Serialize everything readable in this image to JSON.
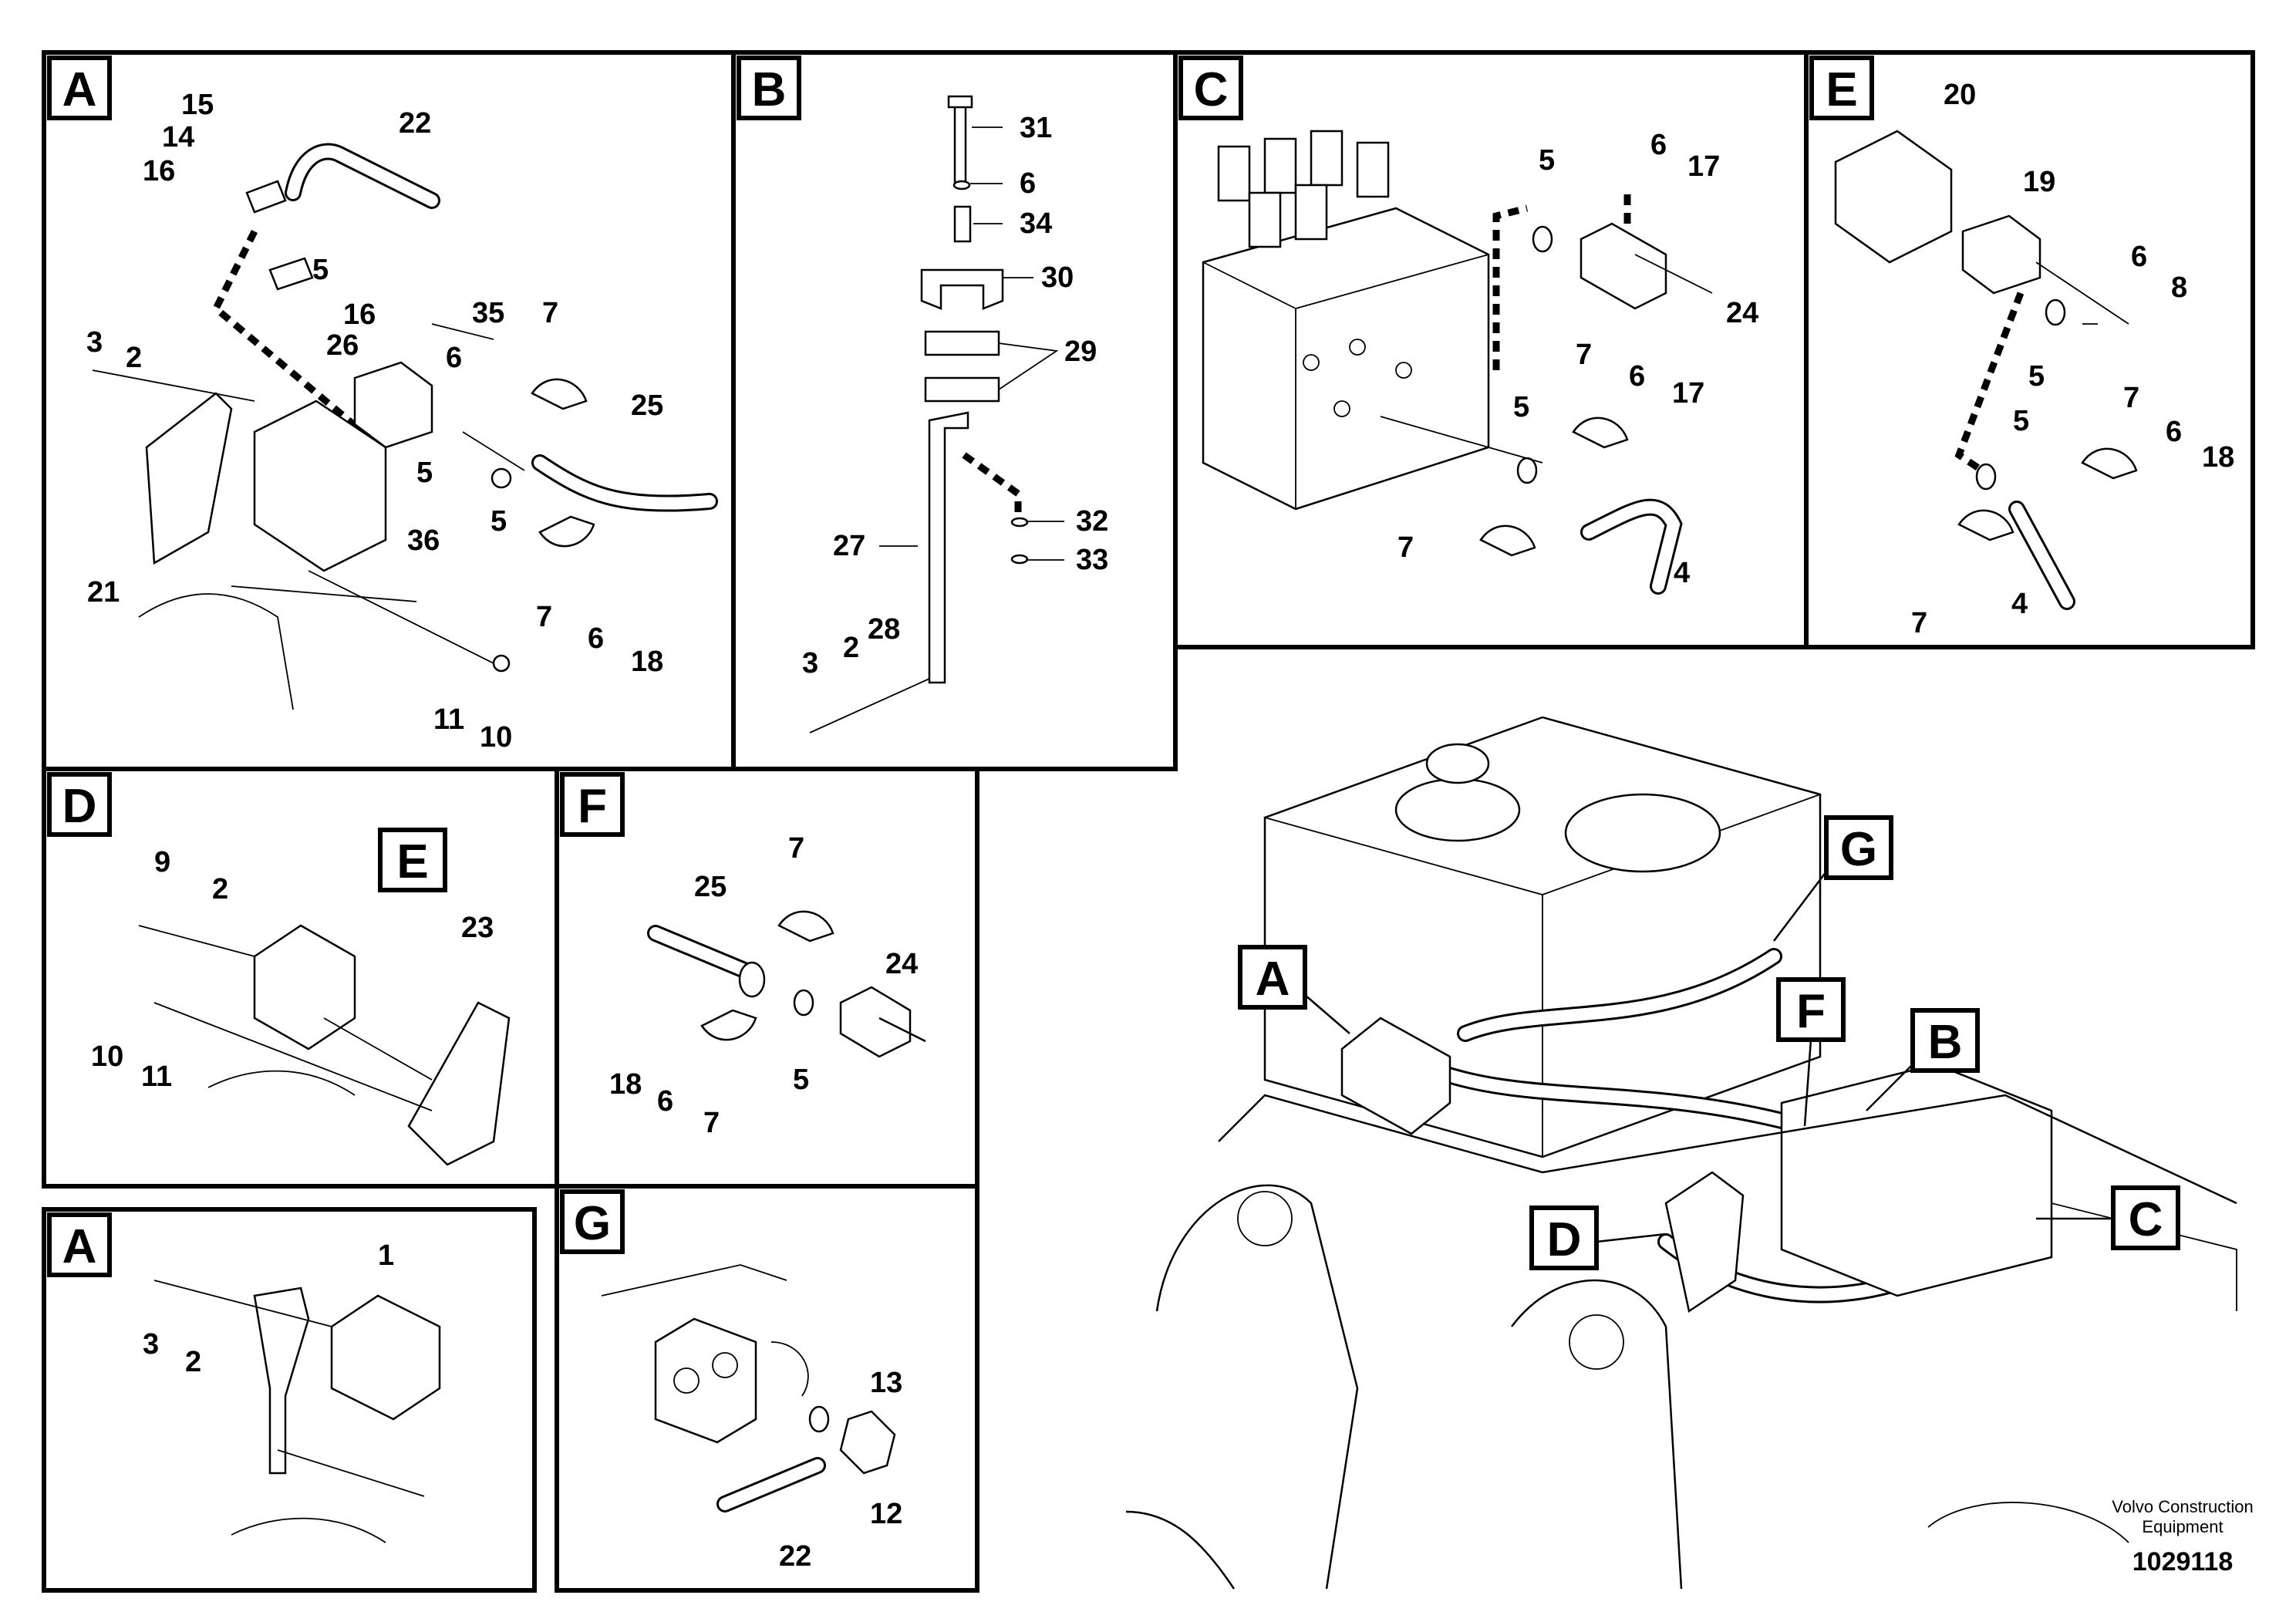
{
  "panels": [
    {
      "id": "A",
      "labels": [
        "15",
        "14",
        "22",
        "16",
        "5",
        "16",
        "35",
        "26",
        "6",
        "7",
        "3",
        "2",
        "25",
        "5",
        "21",
        "36",
        "5",
        "7",
        "6",
        "18",
        "11",
        "10"
      ]
    },
    {
      "id": "B",
      "labels": [
        "31",
        "6",
        "34",
        "30",
        "29",
        "32",
        "27",
        "33",
        "3",
        "2",
        "28"
      ]
    },
    {
      "id": "C",
      "labels": [
        "5",
        "6",
        "17",
        "24",
        "7",
        "6",
        "17",
        "5",
        "7",
        "4"
      ]
    },
    {
      "id": "E",
      "labels": [
        "20",
        "19",
        "6",
        "8",
        "5",
        "5",
        "7",
        "6",
        "18",
        "7",
        "4"
      ]
    },
    {
      "id": "D",
      "labels": [
        "9",
        "2",
        "E",
        "23",
        "10",
        "11"
      ]
    },
    {
      "id": "F",
      "labels": [
        "7",
        "25",
        "24",
        "18",
        "6",
        "5",
        "7"
      ]
    },
    {
      "id": "A",
      "labels": [
        "1",
        "3",
        "2"
      ]
    },
    {
      "id": "G",
      "labels": [
        "13",
        "12",
        "22"
      ]
    }
  ],
  "overview_tags": [
    "A",
    "G",
    "F",
    "B",
    "C",
    "D"
  ],
  "footer": {
    "brand_line1": "Volvo Construction",
    "brand_line2": "Equipment",
    "doc_number": "1029118"
  }
}
